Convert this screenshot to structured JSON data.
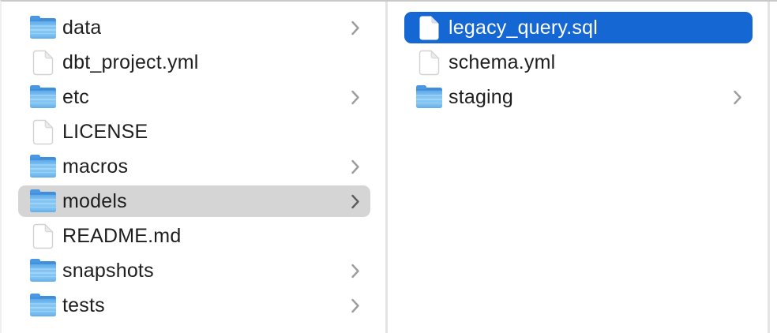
{
  "window": {
    "view": "finder-column-view"
  },
  "colors": {
    "selection_blue": "#1567d3",
    "selection_gray": "#d5d5d5",
    "folder_blue_top": "#3e8edb",
    "folder_blue_body": "#7fc3f3",
    "text": "#1e1e1e",
    "selected_text": "#ffffff",
    "divider": "#e4e4e4",
    "top_border": "#c9c9c9",
    "chevron": "#9c9c9c"
  },
  "icons": {
    "folder": "folder-icon",
    "file": "document-icon",
    "chevron": "chevron-right-icon"
  },
  "columns": [
    {
      "name": "column-1",
      "items": [
        {
          "label": "data",
          "type": "folder",
          "chevron": true,
          "selected": "none"
        },
        {
          "label": "dbt_project.yml",
          "type": "file",
          "chevron": false,
          "selected": "none"
        },
        {
          "label": "etc",
          "type": "folder",
          "chevron": true,
          "selected": "none"
        },
        {
          "label": "LICENSE",
          "type": "file",
          "chevron": false,
          "selected": "none"
        },
        {
          "label": "macros",
          "type": "folder",
          "chevron": true,
          "selected": "none"
        },
        {
          "label": "models",
          "type": "folder",
          "chevron": true,
          "selected": "gray"
        },
        {
          "label": "README.md",
          "type": "file",
          "chevron": false,
          "selected": "none"
        },
        {
          "label": "snapshots",
          "type": "folder",
          "chevron": true,
          "selected": "none"
        },
        {
          "label": "tests",
          "type": "folder",
          "chevron": true,
          "selected": "none"
        }
      ]
    },
    {
      "name": "column-2",
      "items": [
        {
          "label": "legacy_query.sql",
          "type": "file",
          "chevron": false,
          "selected": "blue"
        },
        {
          "label": "schema.yml",
          "type": "file",
          "chevron": false,
          "selected": "none"
        },
        {
          "label": "staging",
          "type": "folder",
          "chevron": true,
          "selected": "none"
        }
      ]
    }
  ]
}
